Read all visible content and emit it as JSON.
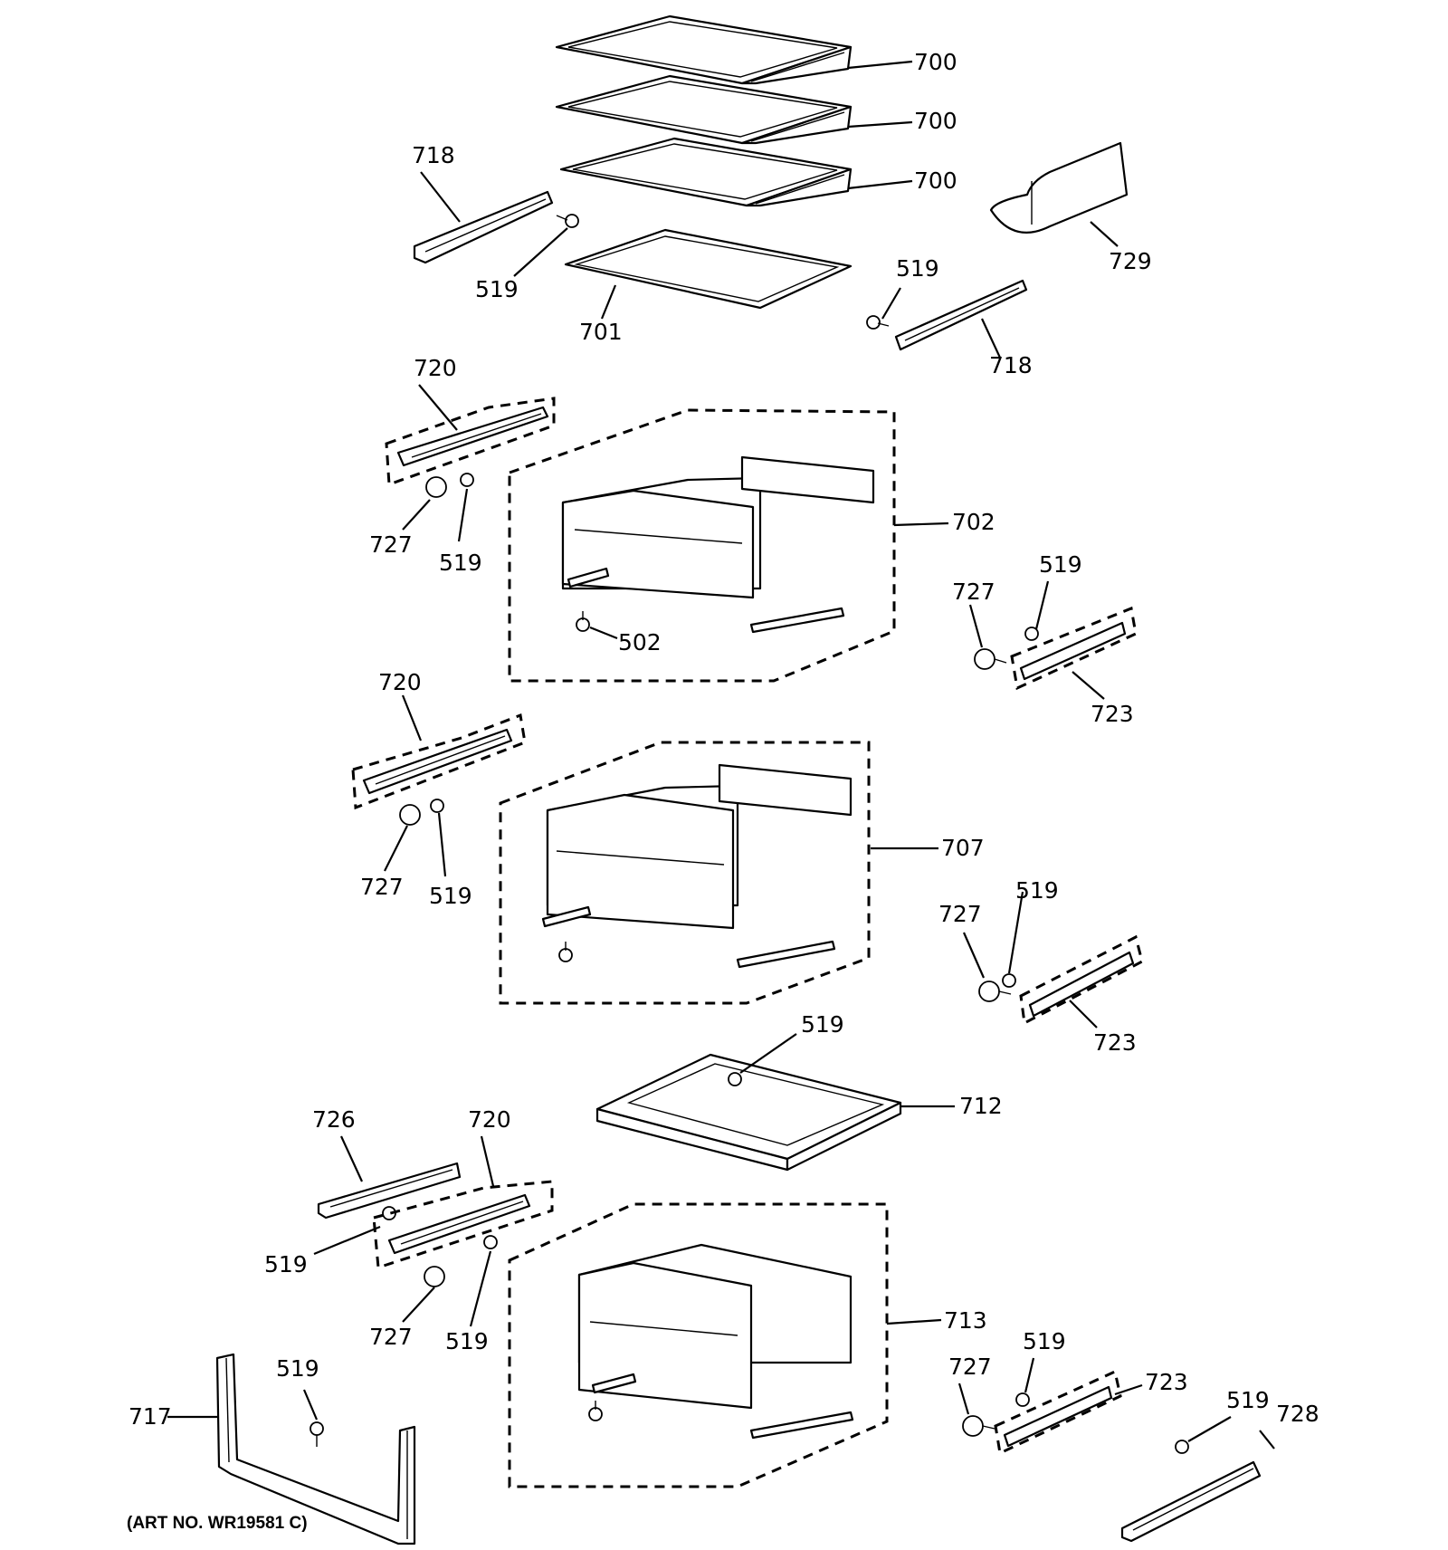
{
  "art_number": "(ART NO. WR19581 C)",
  "callouts": {
    "shelf_700_a": "700",
    "shelf_700_b": "700",
    "shelf_700_c": "700",
    "cover_701": "701",
    "rail_718_left": "718",
    "rail_718_right": "718",
    "screw_519_top_left": "519",
    "screw_519_top_right": "519",
    "bin_729": "729",
    "slide_720_upper": "720",
    "screw_727_upper_left": "727",
    "screw_519_upper_left": "519",
    "pan_702": "702",
    "screw_502": "502",
    "screw_727_upper_right": "727",
    "screw_519_upper_right": "519",
    "slide_723_upper": "723",
    "slide_720_middle": "720",
    "screw_727_middle_left": "727",
    "screw_519_middle_left": "519",
    "pan_707": "707",
    "screw_727_middle_right": "727",
    "screw_519_middle_right": "519",
    "slide_723_middle": "723",
    "screw_519_cover": "519",
    "cover_712": "712",
    "bracket_726": "726",
    "slide_720_lower": "720",
    "screw_519_lower_left_a": "519",
    "screw_727_lower_left": "727",
    "screw_519_lower_left_b": "519",
    "pan_713": "713",
    "screw_727_lower_right": "727",
    "screw_519_lower_right": "519",
    "slide_723_lower": "723",
    "screw_519_bottom_right": "519",
    "bracket_728": "728",
    "frame_717": "717",
    "screw_519_frame": "519"
  }
}
